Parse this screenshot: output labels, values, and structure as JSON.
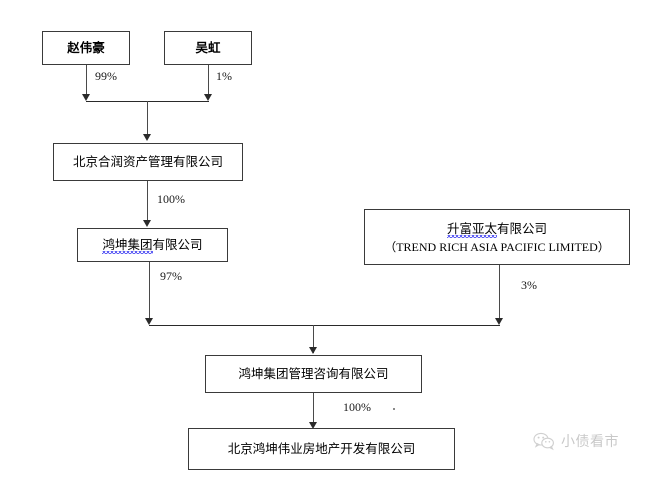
{
  "diagram": {
    "title": "Corporate Ownership Structure Chart",
    "nodes": [
      {
        "id": "zhao",
        "name_cn": "赵伟豪"
      },
      {
        "id": "wu",
        "name_cn": "吴虹"
      },
      {
        "id": "heren",
        "name_cn": "北京合润资产管理有限公司"
      },
      {
        "id": "hongkun",
        "name_cn_underlined": "鸿坤集团",
        "name_cn_rest": "有限公司"
      },
      {
        "id": "trend",
        "name_cn_underlined": "升富亚太",
        "name_cn_rest": "有限公司",
        "name_en": "（TREND RICH ASIA PACIFIC LIMITED）"
      },
      {
        "id": "consult",
        "name_cn": "鸿坤集团管理咨询有限公司"
      },
      {
        "id": "weiye",
        "name_cn": "北京鸿坤伟业房地产开发有限公司"
      }
    ],
    "edges": [
      {
        "from": "zhao",
        "to": "heren",
        "label": "99%"
      },
      {
        "from": "wu",
        "to": "heren",
        "label": "1%"
      },
      {
        "from": "heren",
        "to": "hongkun",
        "label": "100%"
      },
      {
        "from": "hongkun",
        "to": "consult",
        "label": "97%"
      },
      {
        "from": "trend",
        "to": "consult",
        "label": "3%"
      },
      {
        "from": "consult",
        "to": "weiye",
        "label": "100%"
      }
    ]
  },
  "watermark": {
    "text": "小债看市",
    "icon": "wechat-icon"
  },
  "colors": {
    "box_border": "#3a3a3a",
    "connector": "#2a2a2a",
    "spellcheck_underline": "#2a2af0",
    "text": "#000000",
    "watermark": "#7d7d7d"
  }
}
